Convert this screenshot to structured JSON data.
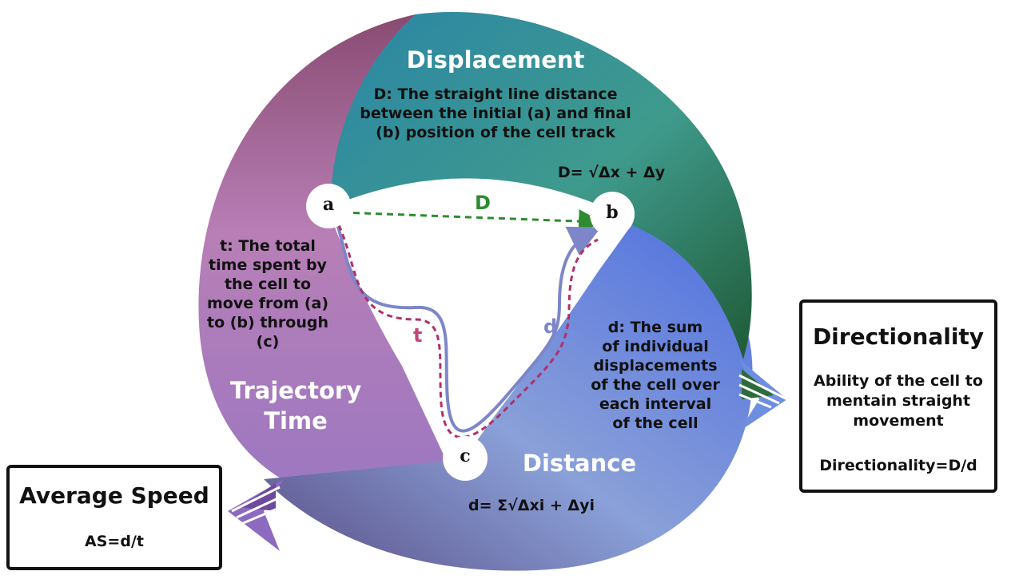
{
  "segments": {
    "displacement": {
      "title": "Displacement",
      "description": [
        "D: The straight line distance",
        "between the initial (a) and final",
        "(b) position of the cell track"
      ],
      "formula": "D= √Δx + Δy"
    },
    "trajectory_time": {
      "title_line1": "Trajectory",
      "title_line2": "Time",
      "description": [
        "t: The total",
        "time spent by",
        "the cell to",
        "move from (a)",
        "to (b) through",
        "(c)"
      ]
    },
    "distance": {
      "title": "Distance",
      "description": [
        "d: The sum",
        "of individual",
        "displacements",
        "of the cell over",
        "each interval",
        "of the cell"
      ],
      "formula": "d= Σ√Δxi + Δyi"
    }
  },
  "nodes": {
    "a": "a",
    "b": "b",
    "c": "c"
  },
  "path_labels": {
    "D": "D",
    "t": "t",
    "d": "d"
  },
  "boxes": {
    "directionality": {
      "title": "Directionality",
      "line1": "Ability of the cell to",
      "line2": "mentain straight",
      "line3": "movement",
      "formula": "Directionality=D/d"
    },
    "average_speed": {
      "title": "Average Speed",
      "formula": "AS=d/t"
    }
  },
  "colors": {
    "displacement_top": "#2f8aa0",
    "displacement_bottom": "#2e6b3c",
    "trajectory": "#a866a8",
    "distance": "#5b7fd6",
    "D_arrow": "#2e8b2e",
    "t_path": "#b0306a",
    "d_path": "#7c86c8"
  }
}
